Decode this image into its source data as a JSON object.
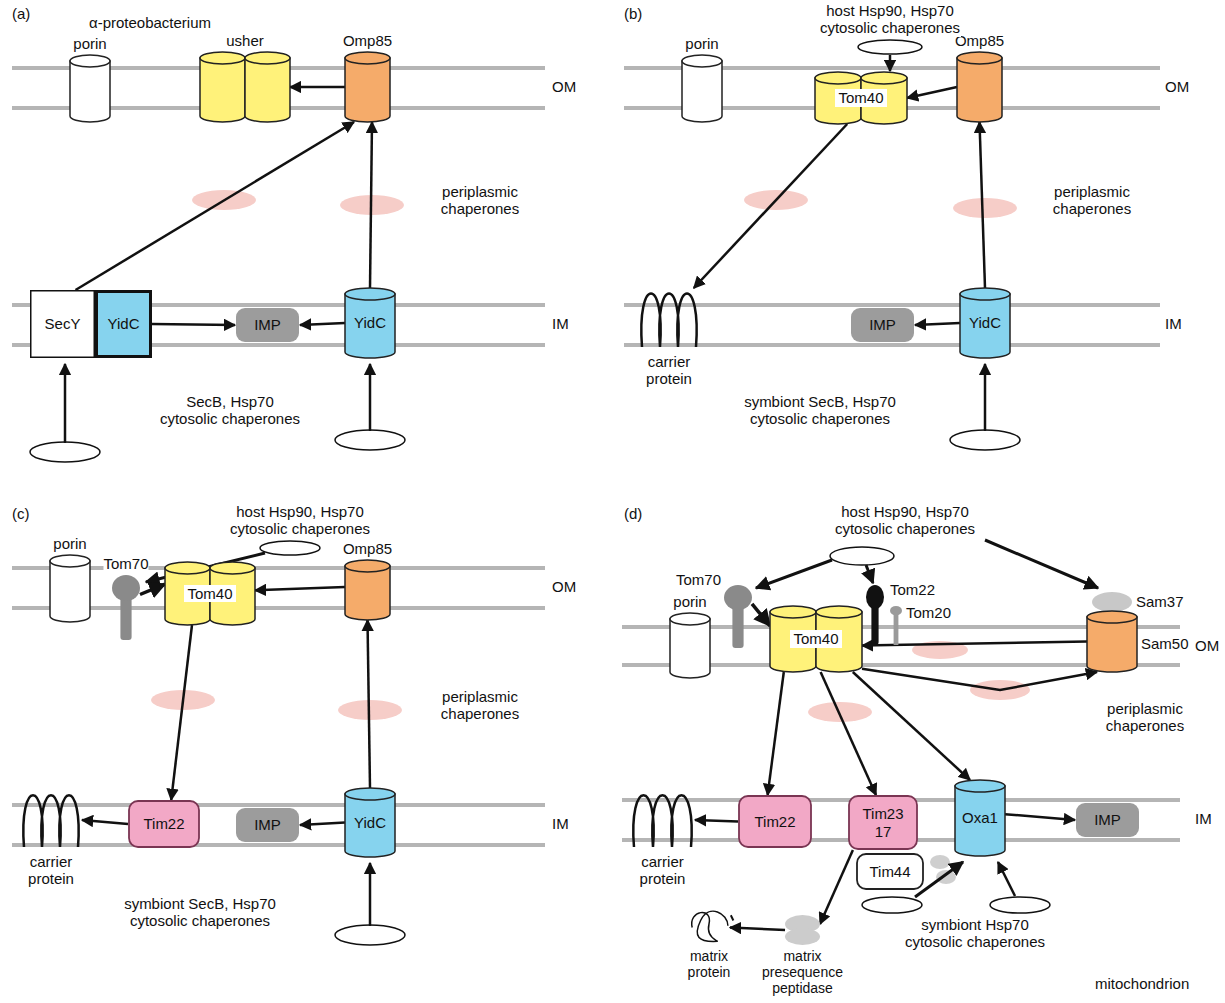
{
  "diagram": {
    "nodes": [
      {
        "text": [
          "porin"
        ]
      },
      {
        "text": [
          "usher"
        ]
      },
      {
        "text": [
          "Omp85"
        ]
      },
      {
        "text": [
          "SecY"
        ]
      },
      {
        "text": [
          "YidC"
        ]
      },
      {
        "text": [
          "IMP"
        ]
      },
      {
        "text": [
          "YidC"
        ]
      },
      {
        "text": [
          "porin"
        ]
      },
      {
        "text": [
          "Tom40"
        ]
      },
      {
        "text": [
          "Omp85"
        ]
      },
      {
        "text": [
          "carrier protein"
        ]
      },
      {
        "text": [
          "IMP"
        ]
      },
      {
        "text": [
          "YidC"
        ]
      },
      {
        "text": [
          "Tom70"
        ]
      },
      {
        "text": [
          "porin"
        ]
      },
      {
        "text": [
          "Tom40"
        ]
      },
      {
        "text": [
          "Omp85"
        ]
      },
      {
        "text": [
          "carrier protein"
        ]
      },
      {
        "text": [
          "Tim22"
        ]
      },
      {
        "text": [
          "IMP"
        ]
      },
      {
        "text": [
          "YidC"
        ]
      },
      {
        "text": [
          "Tom70"
        ]
      },
      {
        "text": [
          "porin"
        ]
      },
      {
        "text": [
          "Tom40"
        ]
      },
      {
        "text": [
          "Tom22"
        ]
      },
      {
        "text": [
          "Tom20"
        ]
      },
      {
        "text": [
          "Sam37"
        ]
      },
      {
        "text": [
          "Sam50"
        ]
      },
      {
        "text": [
          "carrier protein"
        ]
      },
      {
        "text": [
          "Tim22"
        ]
      },
      {
        "text": [
          "Tim23 17"
        ]
      },
      {
        "text": [
          "Oxa1"
        ]
      },
      {
        "text": [
          "IMP"
        ]
      },
      {
        "text": [
          "Tim44"
        ]
      },
      {
        "text": [
          "matrix protein"
        ]
      },
      {
        "text": [
          "matrix presequence peptidase"
        ]
      }
    ],
    "edges": [
      {
        "from": 3,
        "to": 2,
        "arrow": "to"
      },
      {
        "from": 4,
        "to": 5,
        "arrow": "to"
      },
      {
        "from": 6,
        "to": 5,
        "arrow": "to"
      },
      {
        "from": 6,
        "to": 2,
        "arrow": "to"
      },
      {
        "from": 2,
        "to": 1,
        "arrow": "to"
      },
      {
        "from": 8,
        "to": 10,
        "arrow": "to"
      },
      {
        "from": 9,
        "to": 8,
        "arrow": "to"
      },
      {
        "from": 12,
        "to": 11,
        "arrow": "to"
      },
      {
        "from": 12,
        "to": 9,
        "arrow": "to"
      },
      {
        "from": 13,
        "to": 15,
        "arrow": "to"
      },
      {
        "from": 15,
        "to": 18,
        "arrow": "to"
      },
      {
        "from": 18,
        "to": 17,
        "arrow": "to"
      },
      {
        "from": 16,
        "to": 15,
        "arrow": "to"
      },
      {
        "from": 20,
        "to": 19,
        "arrow": "to"
      },
      {
        "from": 20,
        "to": 16,
        "arrow": "to"
      },
      {
        "from": 21,
        "to": 23,
        "arrow": "to"
      },
      {
        "from": 27,
        "to": 23,
        "arrow": "to"
      },
      {
        "from": 23,
        "to": 27,
        "arrow": "to"
      },
      {
        "from": 23,
        "to": 29,
        "arrow": "to"
      },
      {
        "from": 23,
        "to": 30,
        "arrow": "to"
      },
      {
        "from": 23,
        "to": 31,
        "arrow": "to"
      },
      {
        "from": 29,
        "to": 28,
        "arrow": "to"
      },
      {
        "from": 31,
        "to": 32,
        "arrow": "to"
      },
      {
        "from": 30,
        "to": 35,
        "arrow": "to"
      },
      {
        "from": 35,
        "to": 34,
        "arrow": "to"
      }
    ],
    "labels": [
      "(a)",
      "α-proteobacterium",
      "OM",
      "periplasmic chaperones",
      "IM",
      "SecB, Hsp70 cytosolic chaperones",
      "(b)",
      "host Hsp90, Hsp70 cytosolic chaperones",
      "OM",
      "periplasmic chaperones",
      "IM",
      "symbiont SecB, Hsp70 cytosolic chaperones",
      "(c)",
      "host Hsp90, Hsp70 cytosolic chaperones",
      "OM",
      "periplasmic chaperones",
      "IM",
      "symbiont SecB, Hsp70 cytosolic chaperones",
      "(d)",
      "host Hsp90, Hsp70 cytosolic chaperones",
      "OM",
      "periplasmic chaperones",
      "IM",
      "symbiont Hsp70 cytosolic chaperones",
      "mitochondrion"
    ]
  }
}
